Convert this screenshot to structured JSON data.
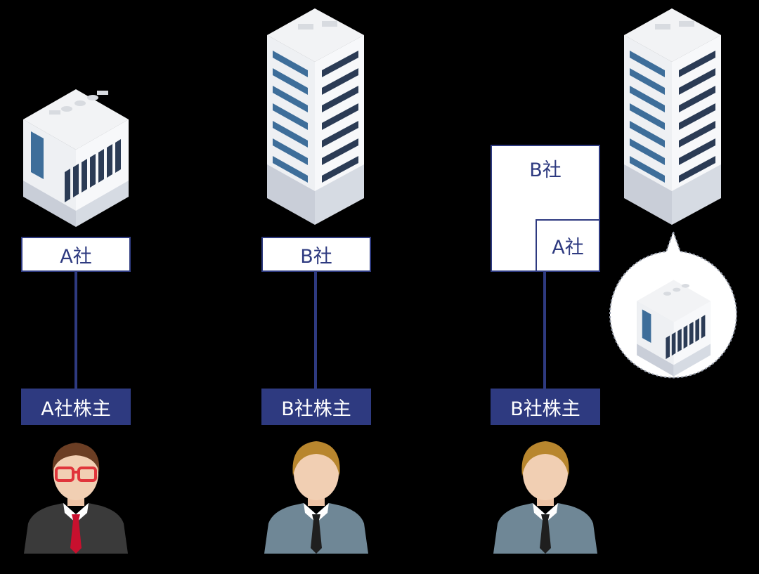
{
  "columns": [
    {
      "company_label": "A社",
      "holder_label": "A社株主"
    },
    {
      "company_label": "B社",
      "holder_label": "B社株主"
    },
    {
      "parent_label": "B社",
      "subsidiary_label": "A社",
      "holder_label": "B社株主"
    }
  ],
  "colors": {
    "navy": "#2e3a80",
    "background": "#000000",
    "suit_gray": "#6f8796",
    "suit_dark": "#3a3a3a",
    "tie_red": "#c8102e"
  },
  "icons": [
    "small-office-building-icon",
    "tall-office-building-icon",
    "person-icon"
  ]
}
